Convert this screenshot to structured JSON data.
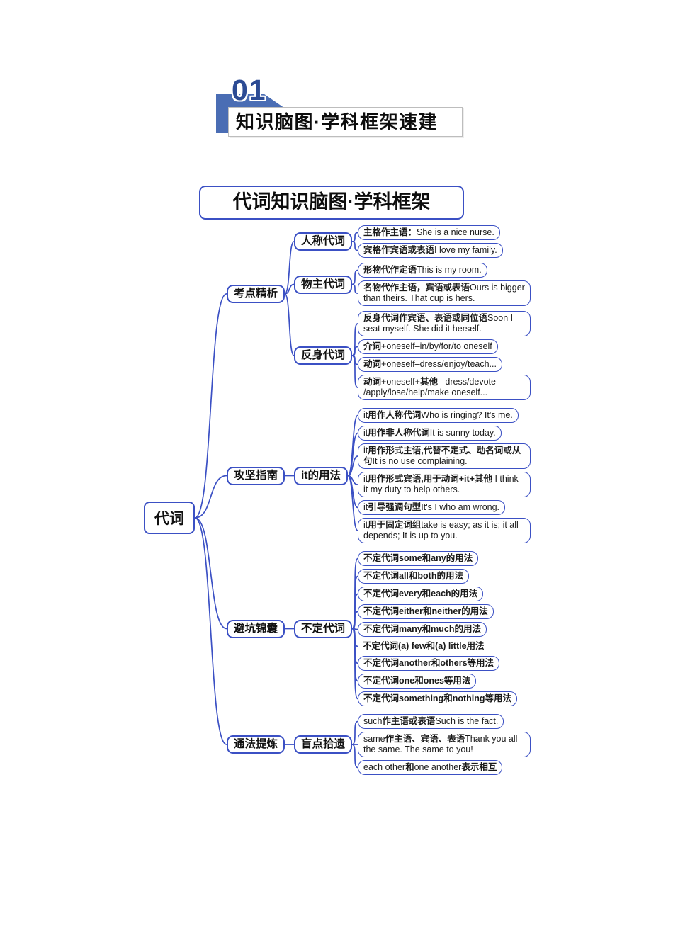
{
  "colors": {
    "accent": "#3b50c4",
    "badge": "#4a6db4",
    "badge_number": "#2c4b94",
    "header_box_border": "#bdbdbd"
  },
  "header": {
    "badge_number": "01",
    "title": "知识脑图·学科框架速建"
  },
  "subtitle": {
    "text": "代词知识脑图·学科框架"
  },
  "mindmap": {
    "root": "代词",
    "branches": [
      {
        "label": "考点精析",
        "children": [
          {
            "label": "人称代词",
            "leaves": [
              {
                "segments": [
                  {
                    "t": "主格作主语：",
                    "b": 1
                  },
                  {
                    "t": "She is a nice nurse.",
                    "b": 0
                  }
                ]
              },
              {
                "segments": [
                  {
                    "t": "宾格作宾语或表语",
                    "b": 1
                  },
                  {
                    "t": "I love my family.",
                    "b": 0
                  }
                ]
              }
            ]
          },
          {
            "label": "物主代词",
            "leaves": [
              {
                "segments": [
                  {
                    "t": "形物代作定语",
                    "b": 1
                  },
                  {
                    "t": "This is my room.",
                    "b": 0
                  }
                ]
              },
              {
                "segments": [
                  {
                    "t": "名物代作主语，宾语或表语",
                    "b": 1
                  },
                  {
                    "t": "Ours is bigger than theirs. That cup is hers.",
                    "b": 0
                  }
                ]
              }
            ]
          },
          {
            "label": "反身代词",
            "leaves": [
              {
                "segments": [
                  {
                    "t": "反身代词作宾语、表语或同位语",
                    "b": 1
                  },
                  {
                    "t": "Soon I seat myself. She did it herself.",
                    "b": 0
                  }
                ]
              },
              {
                "segments": [
                  {
                    "t": "介词",
                    "b": 1
                  },
                  {
                    "t": "+oneself–in/by/for/to oneself",
                    "b": 0
                  }
                ]
              },
              {
                "segments": [
                  {
                    "t": "动词",
                    "b": 1
                  },
                  {
                    "t": "+oneself–dress/enjoy/teach...",
                    "b": 0
                  }
                ]
              },
              {
                "segments": [
                  {
                    "t": "动词",
                    "b": 1
                  },
                  {
                    "t": "+oneself+",
                    "b": 0
                  },
                  {
                    "t": "其他",
                    "b": 1
                  },
                  {
                    "t": " –dress/devote /apply/lose/help/make oneself...",
                    "b": 0
                  }
                ]
              }
            ]
          }
        ]
      },
      {
        "label": "攻坚指南",
        "children": [
          {
            "label": "it的用法",
            "leaves": [
              {
                "segments": [
                  {
                    "t": "it",
                    "b": 0
                  },
                  {
                    "t": "用作人称代词",
                    "b": 1
                  },
                  {
                    "t": "Who is ringing? It's me.",
                    "b": 0
                  }
                ]
              },
              {
                "segments": [
                  {
                    "t": "it",
                    "b": 0
                  },
                  {
                    "t": "用作非人称代词",
                    "b": 1
                  },
                  {
                    "t": "It is sunny today.",
                    "b": 0
                  }
                ]
              },
              {
                "segments": [
                  {
                    "t": "it",
                    "b": 0
                  },
                  {
                    "t": "用作形式主语,代替不定式、动名词或从句",
                    "b": 1
                  },
                  {
                    "t": "It is no use complaining.",
                    "b": 0
                  }
                ]
              },
              {
                "segments": [
                  {
                    "t": "it",
                    "b": 0
                  },
                  {
                    "t": "用作形式宾语,用于动词+it+其他",
                    "b": 1
                  },
                  {
                    "t": " I think it my duty to help others.",
                    "b": 0
                  }
                ]
              },
              {
                "segments": [
                  {
                    "t": "it",
                    "b": 0
                  },
                  {
                    "t": "引导强调句型",
                    "b": 1
                  },
                  {
                    "t": "It's I who am wrong.",
                    "b": 0
                  }
                ]
              },
              {
                "segments": [
                  {
                    "t": "it",
                    "b": 0
                  },
                  {
                    "t": "用于固定词组",
                    "b": 1
                  },
                  {
                    "t": "take is easy; as it is; it all depends; It is up to you.",
                    "b": 0
                  }
                ]
              }
            ]
          }
        ]
      },
      {
        "label": "避坑锦囊",
        "children": [
          {
            "label": "不定代词",
            "leaves": [
              {
                "segments": [
                  {
                    "t": "不定代词some和any的用法",
                    "b": 1
                  }
                ]
              },
              {
                "segments": [
                  {
                    "t": "不定代词all和both的用法",
                    "b": 1
                  }
                ]
              },
              {
                "segments": [
                  {
                    "t": "不定代词every和each的用法",
                    "b": 1
                  }
                ]
              },
              {
                "segments": [
                  {
                    "t": "不定代词either和neither的用法",
                    "b": 1
                  }
                ]
              },
              {
                "segments": [
                  {
                    "t": "不定代词many和much的用法",
                    "b": 1
                  }
                ]
              },
              {
                "segments": [
                  {
                    "t": "不定代词(a) few和(a) little用法",
                    "b": 1
                  }
                ],
                "boxed": false
              },
              {
                "segments": [
                  {
                    "t": "不定代词another和others等用法",
                    "b": 1
                  }
                ]
              },
              {
                "segments": [
                  {
                    "t": "不定代词one和ones等用法",
                    "b": 1
                  }
                ]
              },
              {
                "segments": [
                  {
                    "t": "不定代词something和nothing等用法",
                    "b": 1
                  }
                ]
              }
            ]
          }
        ]
      },
      {
        "label": "通法提炼",
        "children": [
          {
            "label": "盲点拾遗",
            "leaves": [
              {
                "segments": [
                  {
                    "t": "such",
                    "b": 0
                  },
                  {
                    "t": "作主语或表语",
                    "b": 1
                  },
                  {
                    "t": "Such is the fact.",
                    "b": 0
                  }
                ]
              },
              {
                "segments": [
                  {
                    "t": "same",
                    "b": 0
                  },
                  {
                    "t": "作主语、宾语、表语",
                    "b": 1
                  },
                  {
                    "t": "Thank you all the same. The same to you!",
                    "b": 0
                  }
                ]
              },
              {
                "segments": [
                  {
                    "t": "each other",
                    "b": 0
                  },
                  {
                    "t": "和",
                    "b": 1
                  },
                  {
                    "t": "one another",
                    "b": 0
                  },
                  {
                    "t": "表示相互",
                    "b": 1
                  }
                ]
              }
            ]
          }
        ]
      }
    ]
  }
}
